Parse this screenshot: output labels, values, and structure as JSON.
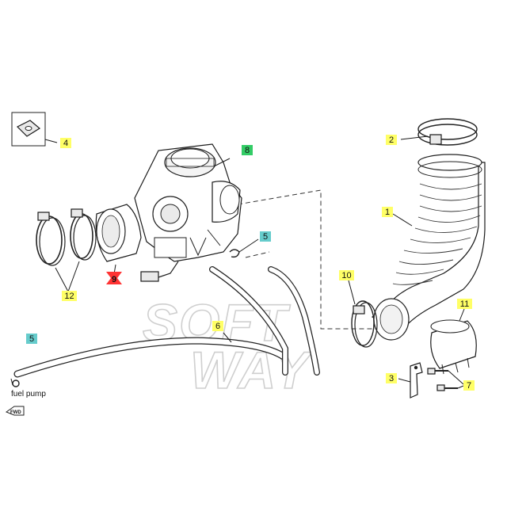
{
  "callouts": [
    {
      "id": "1",
      "label": "1",
      "color": "#ffff66"
    },
    {
      "id": "2",
      "label": "2",
      "color": "#ffff66"
    },
    {
      "id": "3",
      "label": "3",
      "color": "#ffff66"
    },
    {
      "id": "4",
      "label": "4",
      "color": "#ffff66"
    },
    {
      "id": "5a",
      "label": "5",
      "color": "#66cccc"
    },
    {
      "id": "5b",
      "label": "5",
      "color": "#66cccc"
    },
    {
      "id": "6",
      "label": "6",
      "color": "#ffff66"
    },
    {
      "id": "7",
      "label": "7",
      "color": "#ffff66"
    },
    {
      "id": "8",
      "label": "8",
      "color": "#33cc66"
    },
    {
      "id": "9",
      "label": "9",
      "color": "#ff3333"
    },
    {
      "id": "10",
      "label": "10",
      "color": "#ffff66"
    },
    {
      "id": "11",
      "label": "11",
      "color": "#ffff66"
    },
    {
      "id": "12",
      "label": "12",
      "color": "#ffff66"
    }
  ],
  "labels": {
    "fuel_pump": "fuel pump",
    "watermark_top": "SOFT",
    "watermark_bottom": "WAY",
    "fwd": "FWD"
  }
}
